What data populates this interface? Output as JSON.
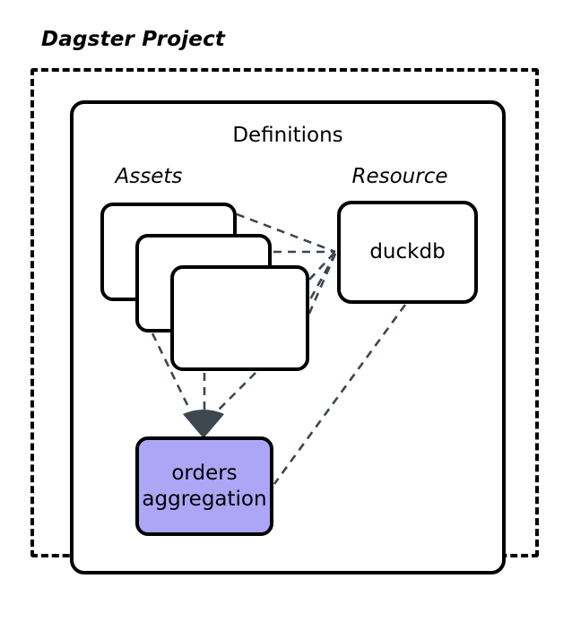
{
  "diagram": {
    "title": "Dagster Project",
    "container": {
      "label": "Definitions"
    },
    "groups": [
      {
        "key": "assets",
        "label": "Assets"
      },
      {
        "key": "resource",
        "label": "Resource"
      }
    ],
    "nodes": {
      "asset_cards": [
        {
          "label": ""
        },
        {
          "label": ""
        },
        {
          "label": ""
        }
      ],
      "resource": {
        "label": "duckdb"
      },
      "output": {
        "line1": "orders",
        "line2": "aggregation",
        "fill": "#ADA5F5"
      }
    },
    "edges": {
      "style": "dashed",
      "color": "#3C4654",
      "arrow_fill": "#3F4851",
      "connections": [
        {
          "from": "asset-card-1",
          "to": "duckdb"
        },
        {
          "from": "asset-card-2",
          "to": "duckdb"
        },
        {
          "from": "asset-card-3",
          "to": "duckdb"
        },
        {
          "from": "asset-card-1",
          "to": "orders-aggregation"
        },
        {
          "from": "asset-card-2",
          "to": "orders-aggregation"
        },
        {
          "from": "asset-card-3",
          "to": "orders-aggregation"
        },
        {
          "from": "duckdb",
          "to": "orders-aggregation"
        }
      ]
    },
    "colors": {
      "stroke": "#000000",
      "background": "#FFFFFF",
      "output_fill": "#ADA5F5",
      "edge": "#3C4654"
    }
  }
}
